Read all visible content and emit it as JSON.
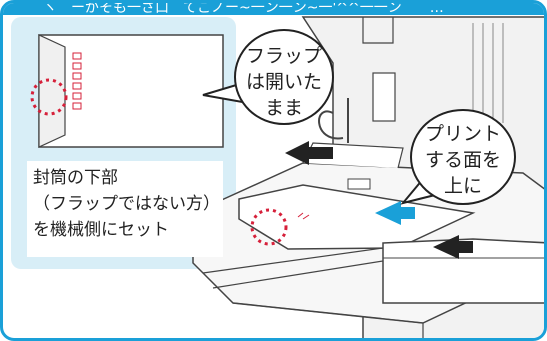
{
  "colors": {
    "accent": "#1aa0d8",
    "panel_fill": "#d8eef7",
    "dot_marker": "#d6203a",
    "push_arrow": "#222222",
    "insert_arrow": "#1aa0d8"
  },
  "header": {
    "partial_text": "ヽ　ーがそも一さ口　てこノー~一ン一ン~一'^^一一ン　　…"
  },
  "flap_callout": {
    "lines": [
      "フラップ",
      "は開いた",
      "まま"
    ]
  },
  "print_callout": {
    "lines": [
      "プリント",
      "する面を",
      "上に"
    ]
  },
  "envelope_label": {
    "lines": [
      "封筒の下部",
      "（フラップではない方）",
      "を機械側にセット"
    ]
  },
  "icons": [
    "red-dotted-circle-icon",
    "push-arrow-icon",
    "insert-arrow-icon"
  ]
}
